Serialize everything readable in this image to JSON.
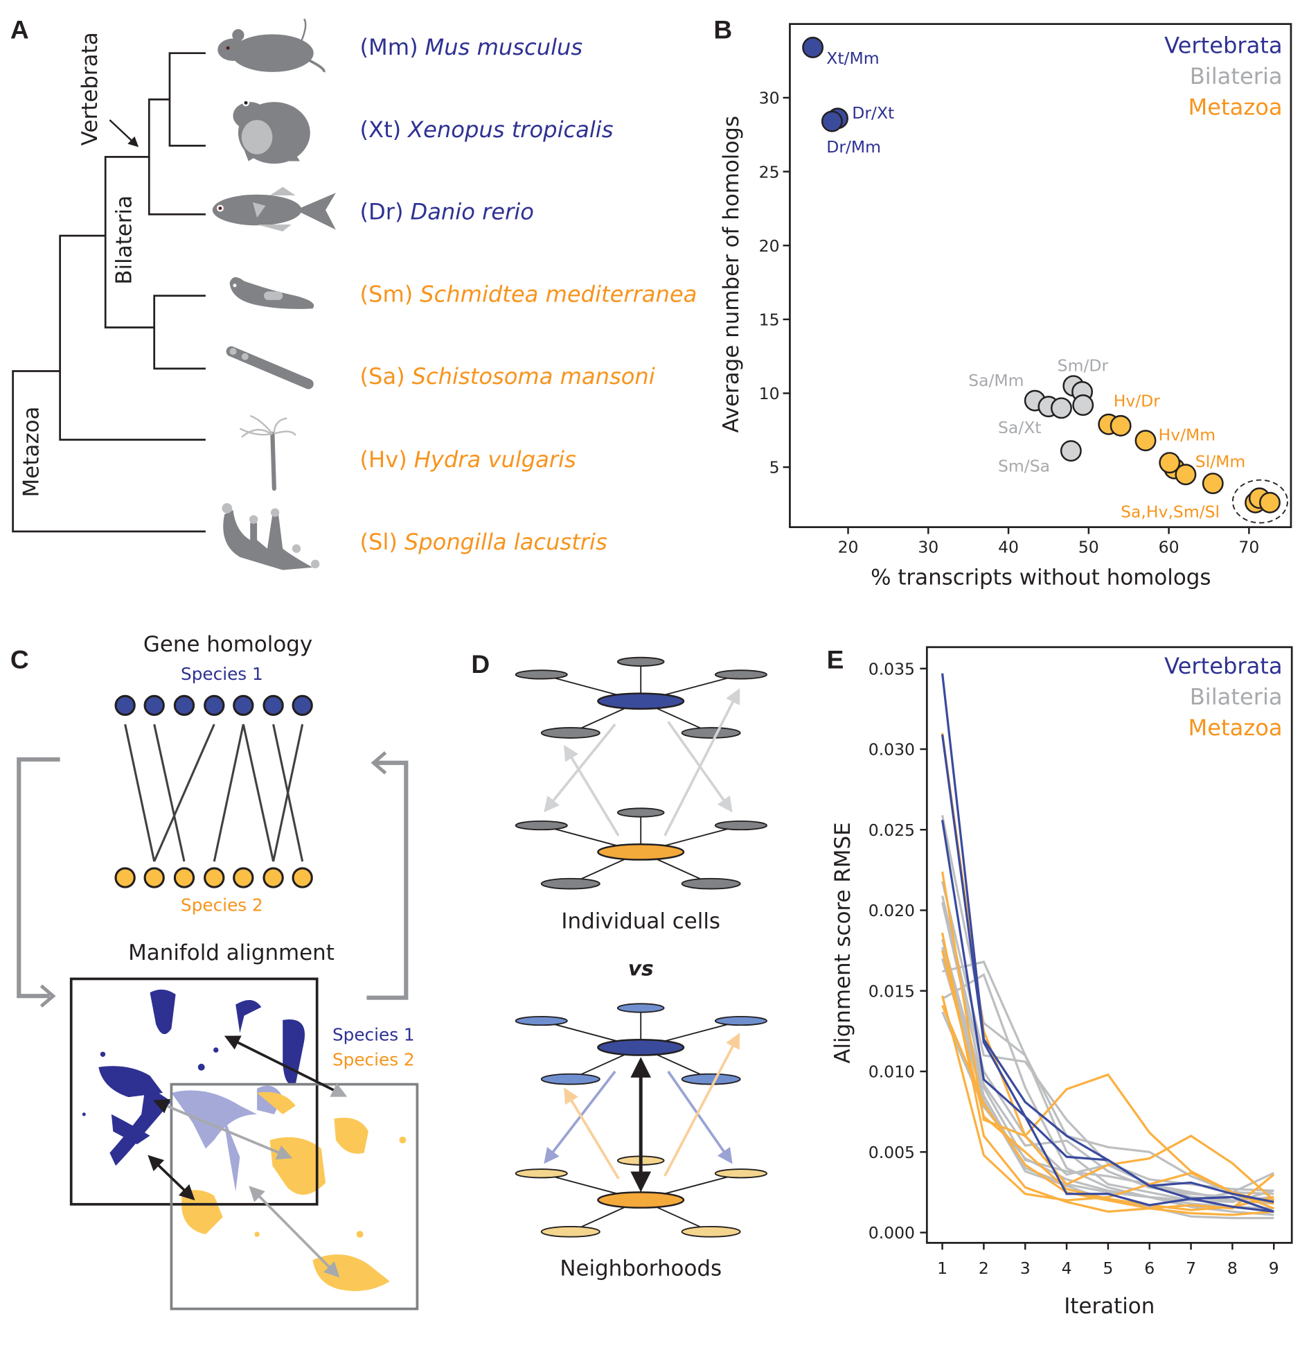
{
  "panel_labels": {
    "a": "A",
    "b": "B",
    "c": "C",
    "d": "D",
    "e": "E"
  },
  "colors": {
    "vertebrata": "#2e3192",
    "bilateria": "#a7a9ac",
    "metazoa": "#f7941d",
    "blue_fill": "#3b4b9b",
    "gray_fill": "#d1d3d4",
    "orange_fill": "#fbbf45",
    "animal_gray": "#808285"
  },
  "panel_a": {
    "clades": {
      "vertebrata": "Vertebrata",
      "bilateria": "Bilateria",
      "metazoa": "Metazoa"
    },
    "species": [
      {
        "abbr": "(Mm)",
        "name": "Mus musculus",
        "group": "vertebrata",
        "icon": "mouse-icon"
      },
      {
        "abbr": "(Xt)",
        "name": "Xenopus tropicalis",
        "group": "vertebrata",
        "icon": "frog-icon"
      },
      {
        "abbr": "(Dr)",
        "name": "Danio rerio",
        "group": "vertebrata",
        "icon": "fish-icon"
      },
      {
        "abbr": "(Sm)",
        "name": "Schmidtea mediterranea",
        "group": "metazoa",
        "icon": "planarian-icon"
      },
      {
        "abbr": "(Sa)",
        "name": "Schistosoma mansoni",
        "group": "metazoa",
        "icon": "schistosome-icon"
      },
      {
        "abbr": "(Hv)",
        "name": "Hydra vulgaris",
        "group": "metazoa",
        "icon": "hydra-icon"
      },
      {
        "abbr": "(Sl)",
        "name": "Spongilla lacustris",
        "group": "metazoa",
        "icon": "sponge-icon"
      }
    ]
  },
  "chart_data": [
    {
      "id": "B",
      "type": "scatter",
      "xlabel": "% transcripts without homologs",
      "ylabel": "Average number of homologs",
      "xlim": [
        12.7,
        75.5
      ],
      "ylim": [
        1.6,
        35
      ],
      "xticks": [
        20,
        30,
        40,
        50,
        60,
        70
      ],
      "yticks": [
        5,
        10,
        15,
        20,
        25,
        30
      ],
      "grid": false,
      "legend": {
        "placement": "top-right",
        "entries": [
          {
            "label": "Vertebrata",
            "group": "vertebrata"
          },
          {
            "label": "Bilateria",
            "group": "bilateria"
          },
          {
            "label": "Metazoa",
            "group": "metazoa"
          }
        ]
      },
      "points": [
        {
          "x": 15.6,
          "y": 33.4,
          "group": "vertebrata"
        },
        {
          "x": 18.7,
          "y": 28.6,
          "group": "vertebrata"
        },
        {
          "x": 18.0,
          "y": 28.4,
          "group": "vertebrata"
        },
        {
          "x": 43.3,
          "y": 9.5,
          "group": "bilateria"
        },
        {
          "x": 45.0,
          "y": 9.1,
          "group": "bilateria"
        },
        {
          "x": 46.6,
          "y": 9.0,
          "group": "bilateria"
        },
        {
          "x": 48.1,
          "y": 10.5,
          "group": "bilateria"
        },
        {
          "x": 49.2,
          "y": 10.1,
          "group": "bilateria"
        },
        {
          "x": 49.3,
          "y": 9.2,
          "group": "bilateria"
        },
        {
          "x": 47.8,
          "y": 6.1,
          "group": "bilateria"
        },
        {
          "x": 52.5,
          "y": 7.9,
          "group": "metazoa"
        },
        {
          "x": 54.0,
          "y": 7.8,
          "group": "metazoa"
        },
        {
          "x": 57.1,
          "y": 6.8,
          "group": "metazoa"
        },
        {
          "x": 60.7,
          "y": 4.9,
          "group": "metazoa"
        },
        {
          "x": 60.1,
          "y": 5.3,
          "group": "metazoa"
        },
        {
          "x": 62.1,
          "y": 4.5,
          "group": "metazoa"
        },
        {
          "x": 65.5,
          "y": 3.9,
          "group": "metazoa"
        },
        {
          "x": 70.8,
          "y": 2.6,
          "group": "metazoa"
        },
        {
          "x": 71.3,
          "y": 2.9,
          "group": "metazoa"
        },
        {
          "x": 72.6,
          "y": 2.6,
          "group": "metazoa"
        }
      ],
      "annotations": [
        {
          "text": "Xt/Mm",
          "x": 17.3,
          "y": 32.3,
          "group": "vertebrata"
        },
        {
          "text": "Dr/Xt",
          "x": 20.5,
          "y": 28.6,
          "group": "vertebrata"
        },
        {
          "text": "Dr/Mm",
          "x": 17.3,
          "y": 26.3,
          "group": "vertebrata"
        },
        {
          "text": "Sm/Dr",
          "x": 46.1,
          "y": 11.5,
          "group": "bilateria"
        },
        {
          "text": "Sa/Mm",
          "x": 35.0,
          "y": 10.5,
          "group": "bilateria"
        },
        {
          "text": "Sa/Xt",
          "x": 38.7,
          "y": 7.3,
          "group": "bilateria"
        },
        {
          "text": "Sm/Sa",
          "x": 38.7,
          "y": 4.7,
          "group": "bilateria"
        },
        {
          "text": "Hv/Dr",
          "x": 53.1,
          "y": 9.1,
          "group": "metazoa"
        },
        {
          "text": "Hv/Mm",
          "x": 58.7,
          "y": 6.8,
          "group": "metazoa"
        },
        {
          "text": "Sl/Mm",
          "x": 63.3,
          "y": 5.0,
          "group": "metazoa"
        },
        {
          "text": "Sa,Hv,Sm/Sl",
          "x": 54.0,
          "y": 1.6,
          "group": "metazoa"
        }
      ],
      "highlight": {
        "shape": "dashed-ellipse",
        "around": "Sa,Hv,Sm/Sl"
      }
    },
    {
      "id": "E",
      "type": "line",
      "xlabel": "Iteration",
      "ylabel": "Alignment score RMSE",
      "x": [
        1,
        2,
        3,
        4,
        5,
        6,
        7,
        8,
        9
      ],
      "xlim": [
        0.6,
        9.5
      ],
      "ylim": [
        -0.0007,
        0.0363
      ],
      "yticks": [
        "0.000",
        "0.005",
        "0.010",
        "0.015",
        "0.020",
        "0.025",
        "0.030",
        "0.035"
      ],
      "grid": false,
      "legend": {
        "placement": "top-right",
        "entries": [
          {
            "label": "Vertebrata",
            "group": "vertebrata"
          },
          {
            "label": "Bilateria",
            "group": "bilateria"
          },
          {
            "label": "Metazoa",
            "group": "metazoa"
          }
        ]
      },
      "series": [
        {
          "group": "bilateria",
          "values": [
            0.0259,
            0.013,
            0.011,
            0.006,
            0.0053,
            0.005,
            0.0035,
            0.0025,
            0.0037
          ]
        },
        {
          "group": "bilateria",
          "values": [
            0.0218,
            0.011,
            0.0106,
            0.007,
            0.0043,
            0.0033,
            0.003,
            0.0027,
            0.0026
          ]
        },
        {
          "group": "bilateria",
          "values": [
            0.0209,
            0.01,
            0.006,
            0.0036,
            0.0042,
            0.003,
            0.0022,
            0.002,
            0.0022
          ]
        },
        {
          "group": "bilateria",
          "values": [
            0.0182,
            0.009,
            0.0045,
            0.0038,
            0.0035,
            0.003,
            0.0025,
            0.002,
            0.0018
          ]
        },
        {
          "group": "bilateria",
          "values": [
            0.0177,
            0.0085,
            0.004,
            0.003,
            0.0025,
            0.0022,
            0.0016,
            0.0013,
            0.0011
          ]
        },
        {
          "group": "bilateria",
          "values": [
            0.017,
            0.0082,
            0.0038,
            0.0029,
            0.002,
            0.0016,
            0.001,
            0.0009,
            0.0009
          ]
        },
        {
          "group": "bilateria",
          "values": [
            0.0162,
            0.0168,
            0.011,
            0.005,
            0.003,
            0.0025,
            0.002,
            0.0025,
            0.0024
          ]
        },
        {
          "group": "bilateria",
          "values": [
            0.0145,
            0.016,
            0.009,
            0.004,
            0.0028,
            0.0022,
            0.0018,
            0.0016,
            0.0015
          ]
        },
        {
          "group": "bilateria",
          "values": [
            0.0137,
            0.0078,
            0.0046,
            0.0033,
            0.0026,
            0.0022,
            0.002,
            0.0019,
            0.0026
          ]
        },
        {
          "group": "bilateria",
          "values": [
            0.0205,
            0.0092,
            0.0054,
            0.0057,
            0.0038,
            0.0028,
            0.0024,
            0.0022,
            0.002
          ]
        },
        {
          "group": "metazoa",
          "values": [
            0.031,
            0.0125,
            0.006,
            0.0089,
            0.0098,
            0.0062,
            0.0038,
            0.0025,
            0.0018
          ]
        },
        {
          "group": "metazoa",
          "values": [
            0.0224,
            0.007,
            0.006,
            0.003,
            0.0042,
            0.0046,
            0.006,
            0.0043,
            0.002
          ]
        },
        {
          "group": "metazoa",
          "values": [
            0.0186,
            0.006,
            0.0028,
            0.0019,
            0.0013,
            0.0015,
            0.0017,
            0.0015,
            0.0036
          ]
        },
        {
          "group": "metazoa",
          "values": [
            0.0147,
            0.0048,
            0.0024,
            0.002,
            0.0022,
            0.003,
            0.0037,
            0.0025,
            0.0015
          ]
        },
        {
          "group": "metazoa",
          "values": [
            0.0141,
            0.008,
            0.0042,
            0.0025,
            0.002,
            0.0015,
            0.0012,
            0.0011,
            0.0013
          ]
        },
        {
          "group": "metazoa",
          "values": [
            0.0175,
            0.0072,
            0.005,
            0.0027,
            0.0021,
            0.0017,
            0.0014,
            0.0016,
            0.0022
          ]
        },
        {
          "group": "vertebrata",
          "values": [
            0.0347,
            0.012,
            0.0081,
            0.006,
            0.0045,
            0.0029,
            0.0031,
            0.0024,
            0.0019
          ]
        },
        {
          "group": "vertebrata",
          "values": [
            0.0309,
            0.0118,
            0.0072,
            0.0024,
            0.0024,
            0.0017,
            0.0021,
            0.0022,
            0.0013
          ]
        },
        {
          "group": "vertebrata",
          "values": [
            0.0256,
            0.0095,
            0.0072,
            0.0047,
            0.0045,
            0.0029,
            0.0021,
            0.0016,
            0.0013
          ]
        }
      ]
    }
  ],
  "panel_c": {
    "gene_homology_title": "Gene homology",
    "species1": "Species 1",
    "species2": "Species 2",
    "manifold_title": "Manifold alignment",
    "legend_species1": "Species 1",
    "legend_species2": "Species 2",
    "homology_edges": [
      [
        0,
        1
      ],
      [
        1,
        2
      ],
      [
        3,
        1
      ],
      [
        4,
        3
      ],
      [
        4,
        5
      ],
      [
        5,
        6
      ],
      [
        6,
        5
      ]
    ]
  },
  "panel_d": {
    "individual_cells": "Individual cells",
    "vs": "vs",
    "neighborhoods": "Neighborhoods"
  }
}
